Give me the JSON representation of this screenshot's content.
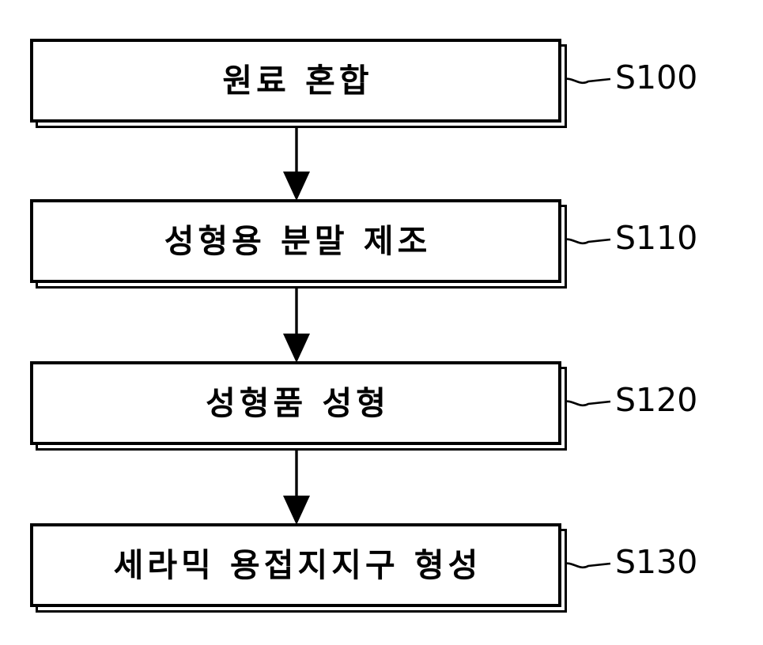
{
  "diagram": {
    "type": "process-flowchart",
    "orientation": "vertical",
    "background_color": "#ffffff",
    "line_color": "#000000",
    "steps": [
      {
        "id": "S100",
        "text": "원료 혼합",
        "tag": "S100"
      },
      {
        "id": "S110",
        "text": "성형용 분말 제조",
        "tag": "S110"
      },
      {
        "id": "S120",
        "text": "성형품 성형",
        "tag": "S120"
      },
      {
        "id": "S130",
        "text": "세라믹 용접지지구 형성",
        "tag": "S130"
      }
    ],
    "connectors": [
      {
        "from": "S100",
        "to": "S110",
        "style": "solid-arrow-down"
      },
      {
        "from": "S110",
        "to": "S120",
        "style": "solid-arrow-down"
      },
      {
        "from": "S120",
        "to": "S130",
        "style": "solid-arrow-down"
      }
    ],
    "leaders": [
      {
        "for": "S100",
        "style": "wavy-leader"
      },
      {
        "for": "S110",
        "style": "wavy-leader"
      },
      {
        "for": "S120",
        "style": "wavy-leader"
      },
      {
        "for": "S130",
        "style": "wavy-leader"
      }
    ]
  }
}
